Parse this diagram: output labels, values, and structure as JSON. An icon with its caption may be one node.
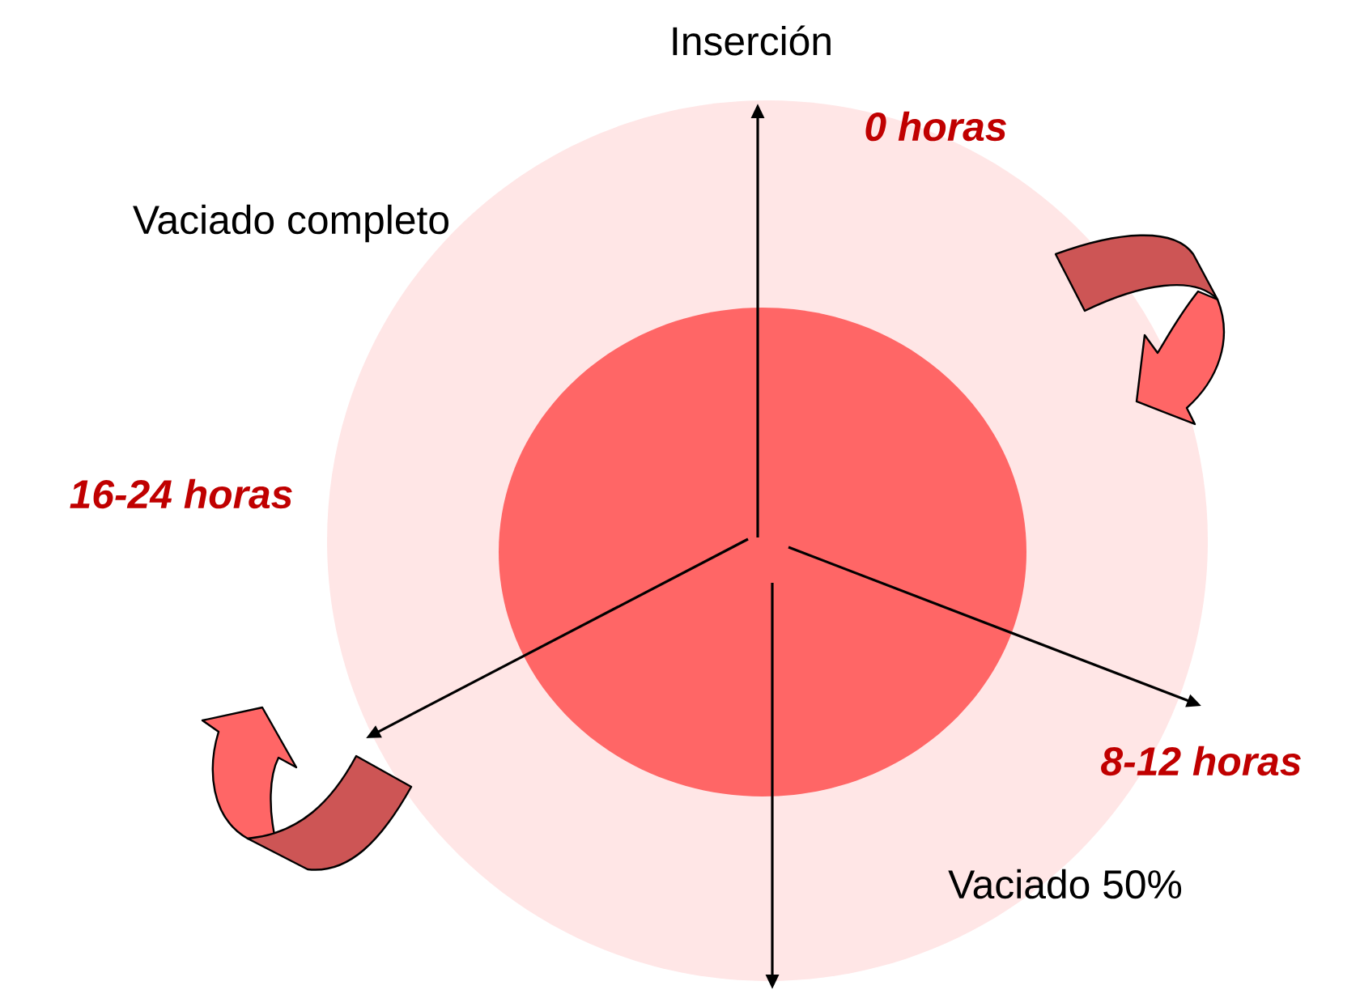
{
  "diagram": {
    "labels": [
      "Inserción",
      "0 horas",
      "Vaciado completo",
      "16-24 horas",
      "8-12 horas",
      "Vaciado 50%"
    ]
  }
}
